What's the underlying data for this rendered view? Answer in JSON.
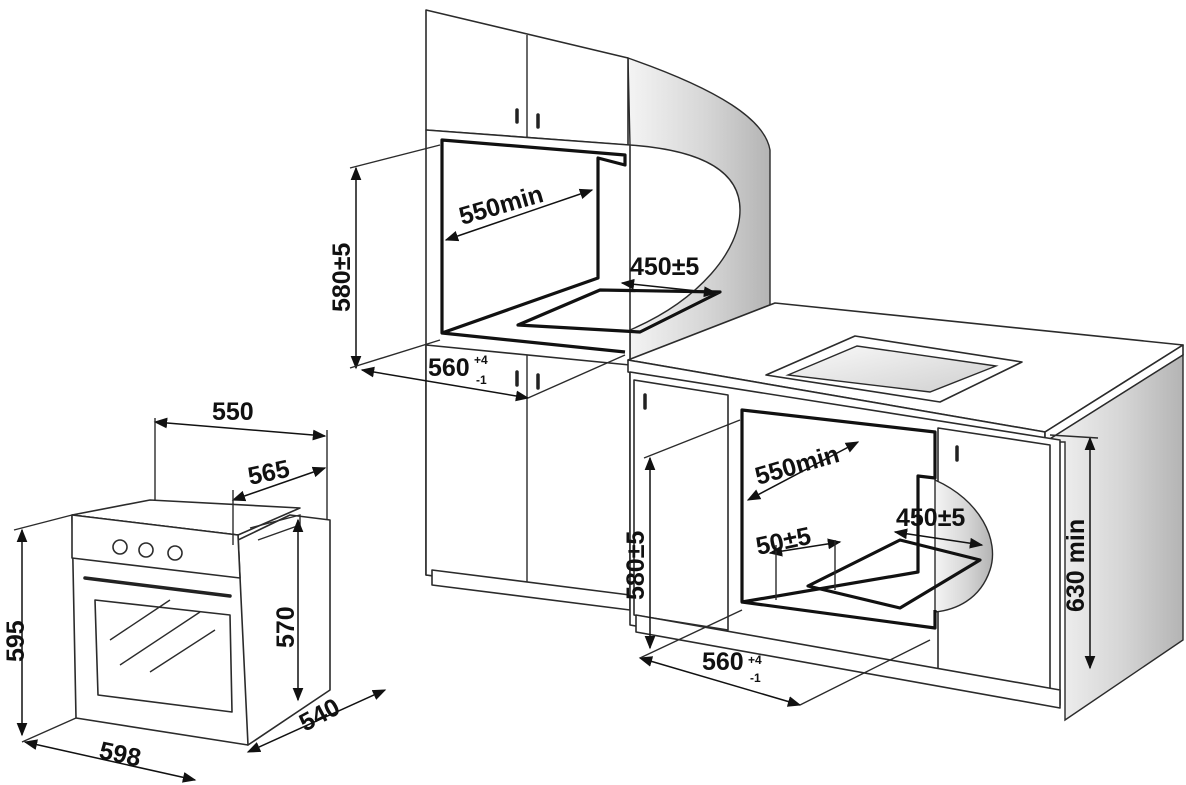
{
  "oven": {
    "width": "598",
    "height": "595",
    "depth": "540",
    "top_width": "550",
    "top_depth": "565",
    "body_height": "570"
  },
  "upper_install": {
    "niche_height": "580±5",
    "niche_depth": "550min",
    "vent_depth": "450±5",
    "niche_width_base": "560",
    "niche_width_sup": "+4",
    "niche_width_sub": "-1"
  },
  "lower_install": {
    "niche_height": "580±5",
    "niche_depth": "550min",
    "vent_depth": "450±5",
    "gap": "50±5",
    "cabinet_height": "630 min",
    "niche_width_base": "560",
    "niche_width_sup": "+4",
    "niche_width_sub": "-1"
  },
  "colors": {
    "line": "#2b2b2b",
    "shade_light": "#f0f0f0",
    "shade_dark": "#bdbdbd"
  }
}
